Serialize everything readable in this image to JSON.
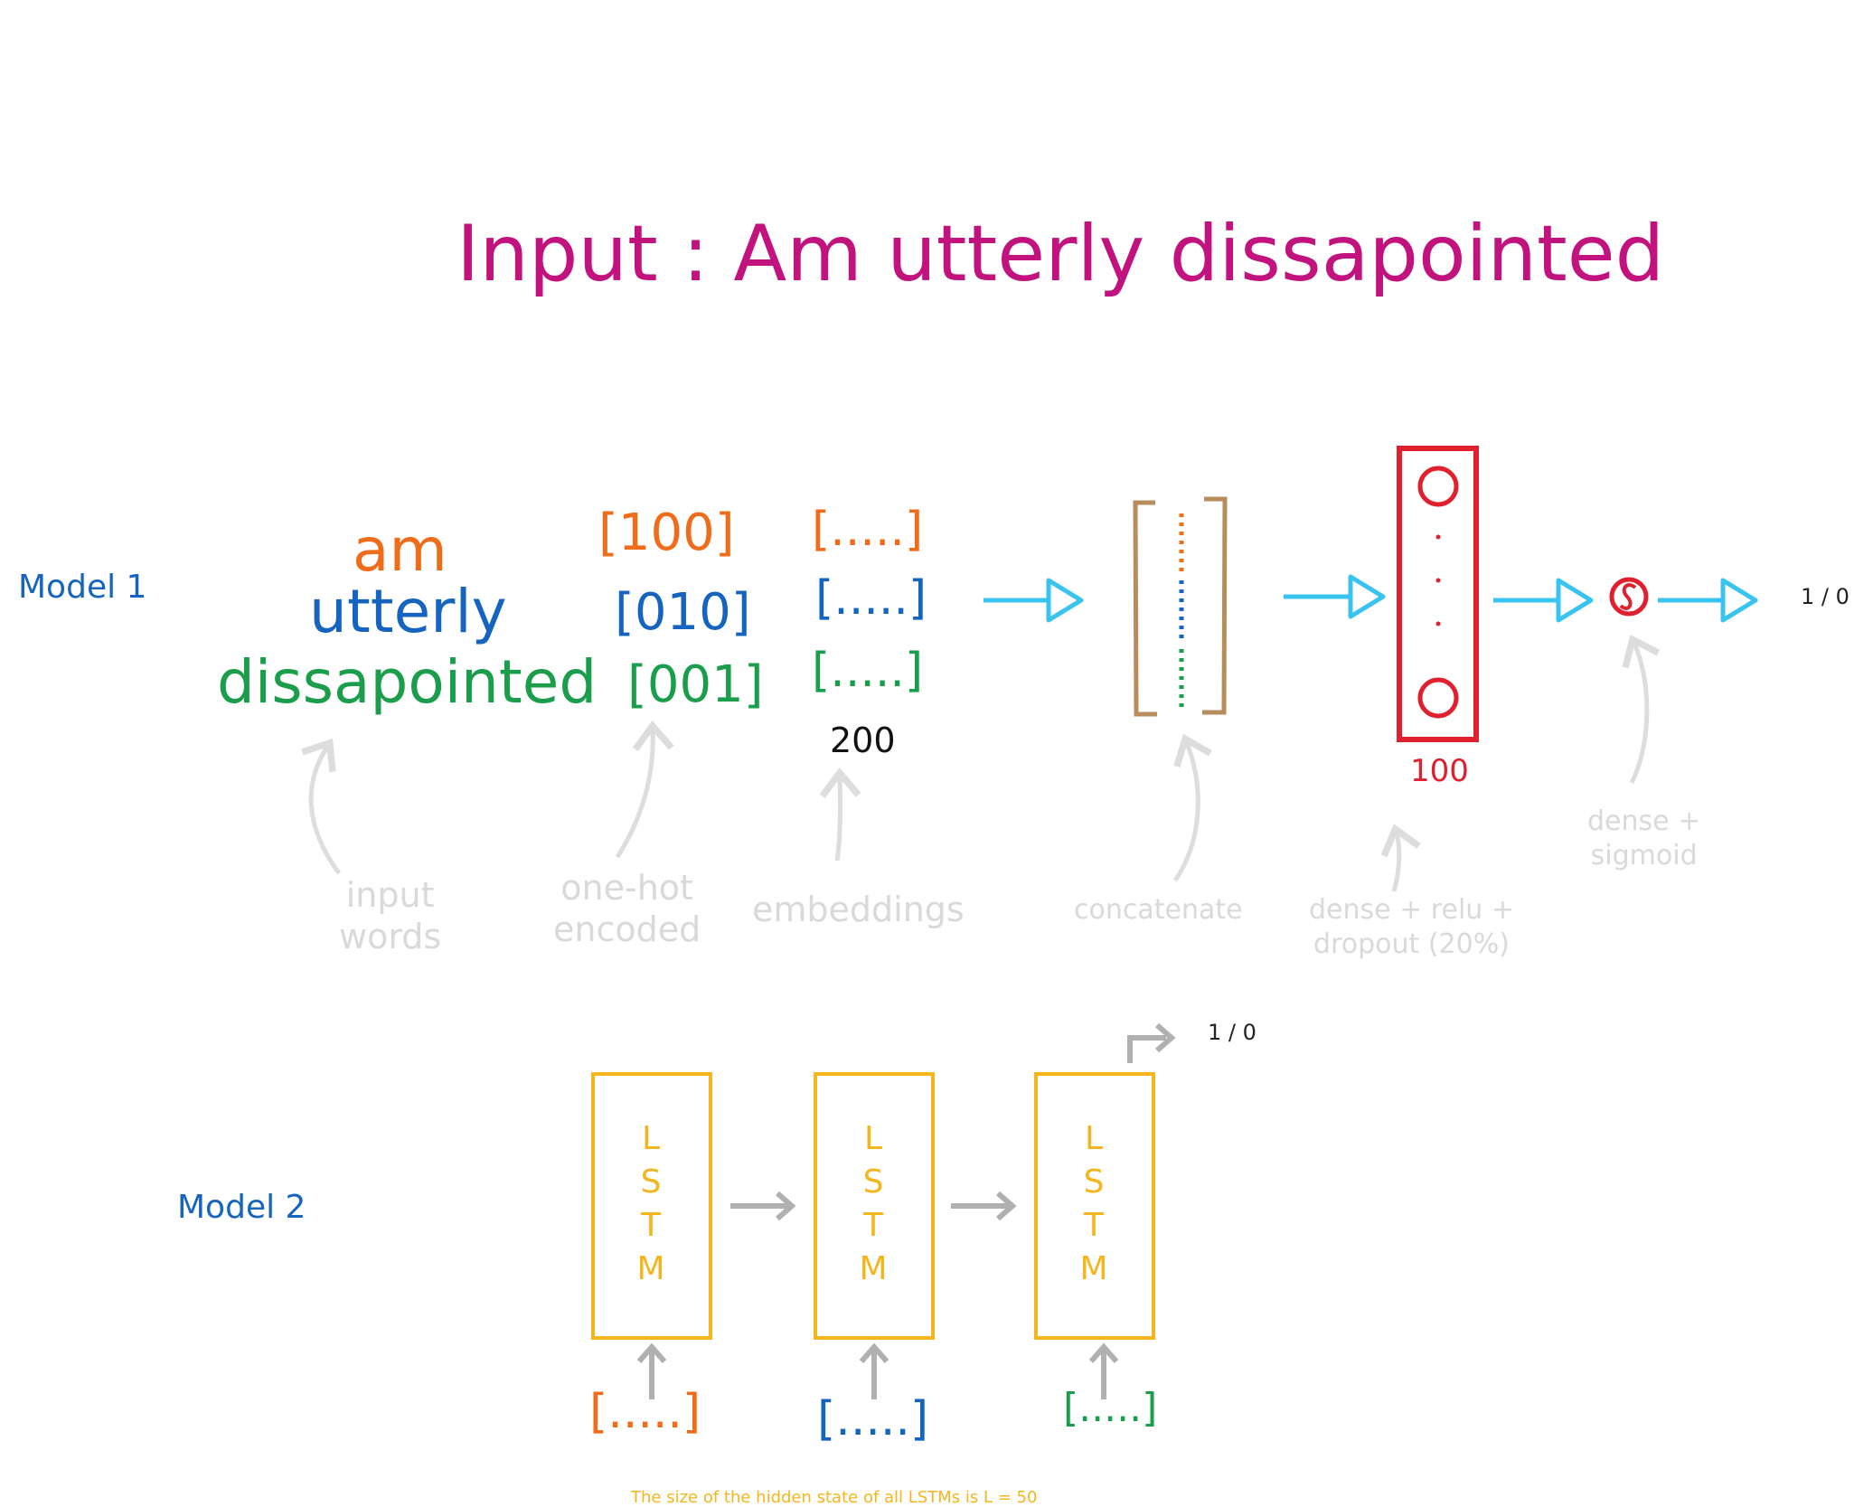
{
  "title": "Input : Am utterly dissapointed",
  "colors": {
    "title": "#c2127e",
    "orange": "#ef6c1a",
    "blue": "#1565c0",
    "green": "#1b9e4b",
    "arrow": "#39c3ef",
    "red": "#e0202e",
    "tan": "#b88d5e",
    "yellow": "#f5b51d",
    "gray_text": "#d9d9d9",
    "gray_arrow": "#b0b0b0"
  },
  "model1": {
    "label": "Model 1",
    "words": [
      "am",
      "utterly",
      "dissapointed"
    ],
    "onehot": [
      "[100]",
      "[010]",
      "[001]"
    ],
    "embeddings": [
      "[.....]",
      "[.....]",
      "[.....]"
    ],
    "embedding_size": "200",
    "dense_size": "100",
    "output": "1 / 0",
    "annotations": {
      "input_words": "input\nwords",
      "onehot": "one-hot\nencoded",
      "embeddings": "embeddings",
      "concatenate": "concatenate",
      "dense_relu": "dense + relu +\ndropout (20%)",
      "dense_sigmoid": "dense +\nsigmoid"
    }
  },
  "model2": {
    "label": "Model 2",
    "cell_letters": [
      "L",
      "S",
      "T",
      "M"
    ],
    "inputs": [
      "[.....]",
      "[.....]",
      "[.....]"
    ],
    "output": "1 / 0",
    "footnote": "The size of the hidden state of all LSTMs is L = 50"
  }
}
